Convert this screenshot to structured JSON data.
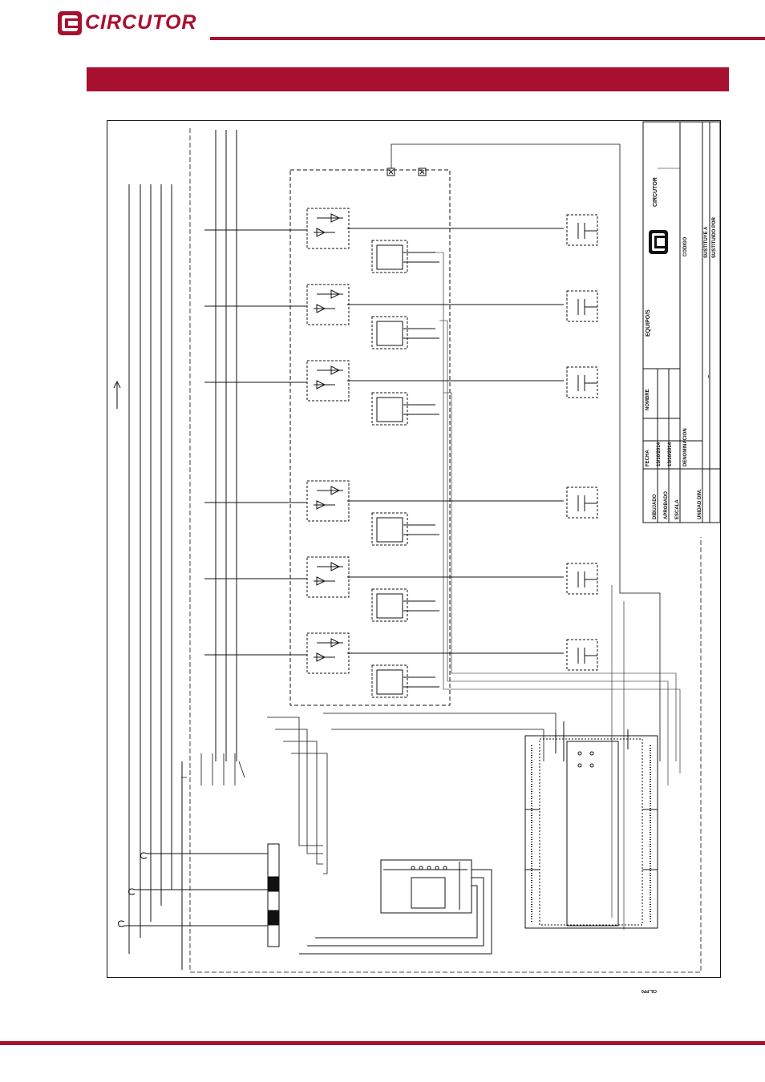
{
  "brand": {
    "name": "CIRCUTOR",
    "color": "#a8102f"
  },
  "title_block": {
    "dibujado_label": "DIBUJADO",
    "aprobado_label": "APROBADO",
    "escala_label": "ESCALA",
    "unidad_label": "UNIDAD DIM.",
    "fecha_label": "FECHA",
    "fecha_dibujado": "13/10/2014",
    "fecha_aprobado": "13/10/2014",
    "nombre_label": "NOMBRE",
    "denominacion_label": "DENOMINACION",
    "equipos_label": "EQUIPO/S",
    "codigo_label": "CODIGO",
    "sustituye_label": "SUSTITUYE A",
    "sustituido_label": "SUSTITUIDO POR",
    "symbol": "~"
  },
  "drawing_code": "CIL.PP0"
}
